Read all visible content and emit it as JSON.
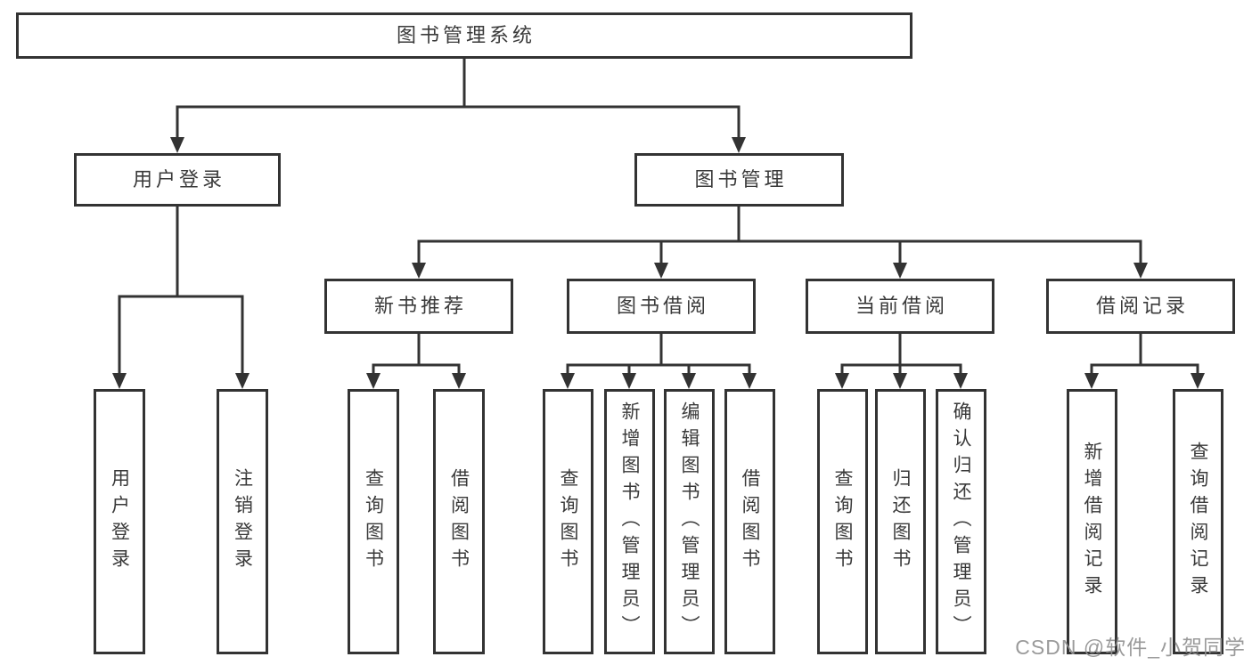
{
  "colors": {
    "line": "#333333",
    "box_border": "#333333",
    "text": "#3a3a3a",
    "background": "#ffffff",
    "watermark": "#919191"
  },
  "root": {
    "label": "图书管理系统"
  },
  "level2": [
    {
      "label": "用户登录"
    },
    {
      "label": "图书管理"
    }
  ],
  "level3": [
    {
      "label": "新书推荐"
    },
    {
      "label": "图书借阅"
    },
    {
      "label": "当前借阅"
    },
    {
      "label": "借阅记录"
    }
  ],
  "leaves": {
    "user_login": [
      {
        "label": "用户登录"
      },
      {
        "label": "注销登录"
      }
    ],
    "new_book": [
      {
        "label": "查询图书"
      },
      {
        "label": "借阅图书"
      }
    ],
    "book_borrow": [
      {
        "label": "查询图书"
      },
      {
        "label": "新增图书（管理员）"
      },
      {
        "label": "编辑图书（管理员）"
      },
      {
        "label": "借阅图书"
      }
    ],
    "current_borrow": [
      {
        "label": "查询图书"
      },
      {
        "label": "归还图书"
      },
      {
        "label": "确认归还（管理员）"
      }
    ],
    "borrow_records": [
      {
        "label": "新增借阅记录"
      },
      {
        "label": "查询借阅记录"
      }
    ]
  },
  "watermark": "CSDN @软件_小贺同学"
}
